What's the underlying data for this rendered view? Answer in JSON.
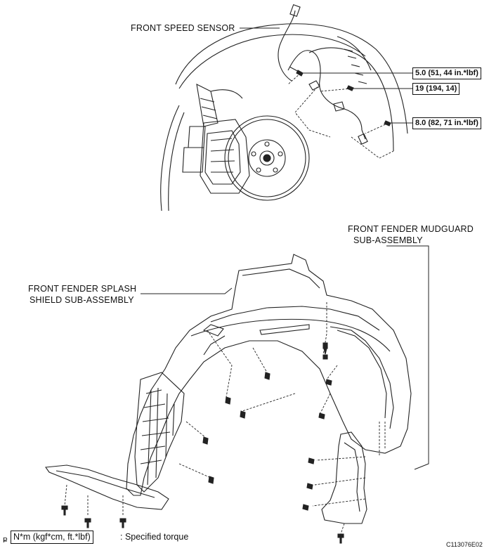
{
  "labels": {
    "speed_sensor": "FRONT SPEED SENSOR",
    "mudguard_line1": "FRONT FENDER MUDGUARD",
    "mudguard_line2": "SUB-ASSEMBLY",
    "splash_line1": "FRONT FENDER SPLASH",
    "splash_line2": "SHIELD SUB-ASSEMBLY"
  },
  "torques": {
    "t1": "5.0 (51, 44 in.*lbf)",
    "t2": "19 (194, 14)",
    "t3": "8.0 (82, 71 in.*lbf)"
  },
  "legend": {
    "unit": "N*m (kgf*cm, ft.*lbf)",
    "text": ": Specified torque"
  },
  "corner_mark": "P",
  "figure_code": "C113076E02"
}
